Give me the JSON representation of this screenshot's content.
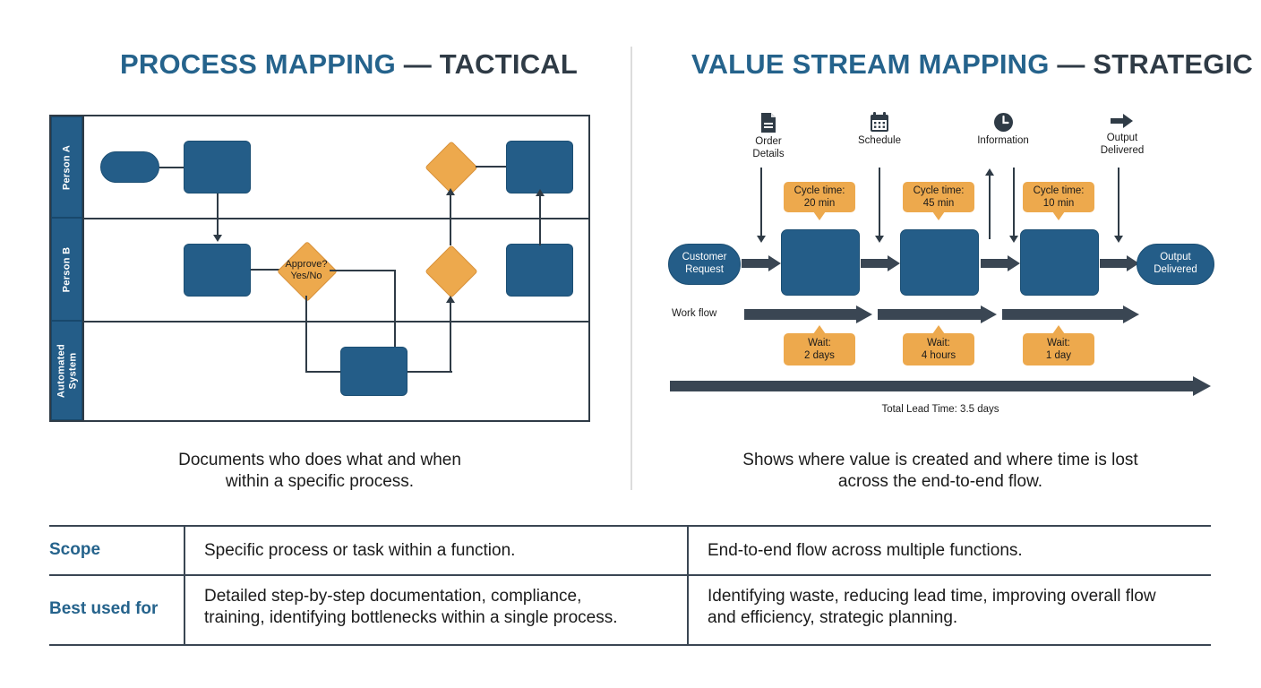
{
  "page": {
    "background": "#ffffff",
    "accent_blue": "#25638c",
    "node_blue": "#245d88",
    "accent_orange": "#eda94d",
    "dark": "#2f3b46"
  },
  "left_panel": {
    "title_primary": "PROCESS MAPPING",
    "title_secondary": "— TACTICAL",
    "caption_line1": "Documents who does what and when",
    "caption_line2": "within a specific process.",
    "lanes": [
      {
        "label": "Person A"
      },
      {
        "label": "Person B"
      },
      {
        "label": "Automated System"
      }
    ],
    "nodes": {
      "start_pill": "",
      "decision_approve_line1": "Approve?",
      "decision_approve_line2": "Yes/No"
    }
  },
  "right_panel": {
    "title_primary": "VALUE STREAM MAPPING",
    "title_secondary": "— STRATEGIC",
    "caption_line1": "Shows where value is created and where time is lost",
    "caption_line2": "across the end-to-end flow.",
    "information_icons": [
      {
        "icon": "document-icon",
        "line1": "Order",
        "line2": "Details"
      },
      {
        "icon": "calendar-icon",
        "line1": "Schedule",
        "line2": ""
      },
      {
        "icon": "clock-icon",
        "line1": "Information",
        "line2": ""
      },
      {
        "icon": "arrow-right-icon",
        "line1": "Output",
        "line2": "Delivered"
      }
    ],
    "cycle_times": [
      {
        "line1": "Cycle time:",
        "line2": "20 min"
      },
      {
        "line1": "Cycle time:",
        "line2": "45 min"
      },
      {
        "line1": "Cycle time:",
        "line2": "10 min"
      }
    ],
    "wait_times": [
      {
        "line1": "Wait:",
        "line2": "2 days"
      },
      {
        "line1": "Wait:",
        "line2": "4 hours"
      },
      {
        "line1": "Wait:",
        "line2": "1 day"
      }
    ],
    "start_node_line1": "Customer",
    "start_node_line2": "Request",
    "end_node_line1": "Output",
    "end_node_line2": "Delivered",
    "workflow_label": "Work flow",
    "total_lead_time": "Total Lead Time: 3.5 days"
  },
  "comparison_table": {
    "rows": [
      {
        "label": "Scope",
        "left": "Specific process or task within a function.",
        "right": "End-to-end flow across multiple functions."
      },
      {
        "label": "Best used for",
        "left_line1": "Detailed step-by-step documentation, compliance,",
        "left_line2": "training, identifying bottlenecks within a single process.",
        "right_line1": "Identifying waste, reducing lead time, improving overall flow",
        "right_line2": "and efficiency, strategic planning."
      }
    ]
  }
}
